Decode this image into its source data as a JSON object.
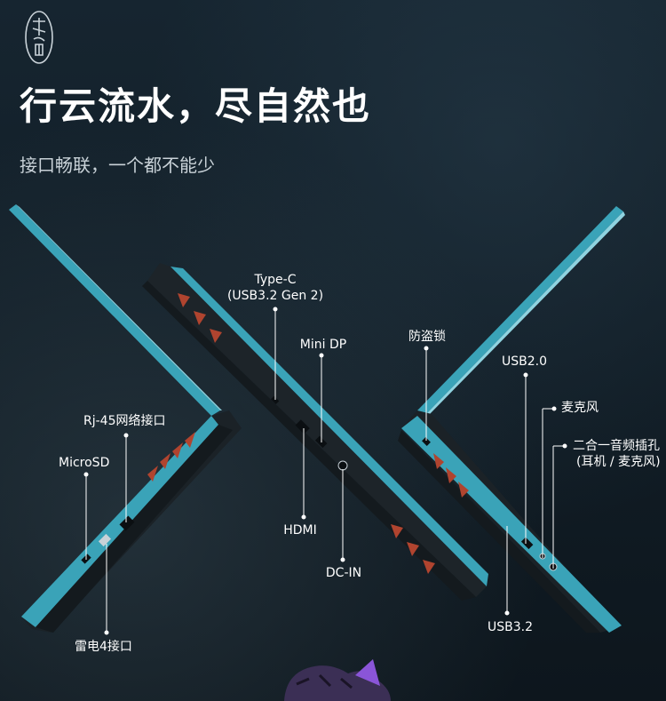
{
  "title": "行云流水，尽自然也",
  "subtitle": "接口畅联，一个都不能少",
  "ports": {
    "type_c": "Type-C",
    "type_c_sub": "(USB3.2 Gen 2)",
    "mini_dp": "Mini DP",
    "hdmi": "HDMI",
    "dc_in": "DC-IN",
    "rj45": "Rj-45网络接口",
    "microsd": "MicroSD",
    "thunderbolt": "雷电4接口",
    "lock": "防盗锁",
    "usb20": "USB2.0",
    "mic": "麦克风",
    "combo": "二合一音频插孔",
    "combo_sub": "(耳机 / 麦克风)",
    "usb32": "USB3.2"
  },
  "colors": {
    "accent": "#3aa3b8",
    "body": "#1c2328",
    "vent": "#b0442f"
  },
  "icons": {
    "seal": "seal-logo-icon"
  }
}
